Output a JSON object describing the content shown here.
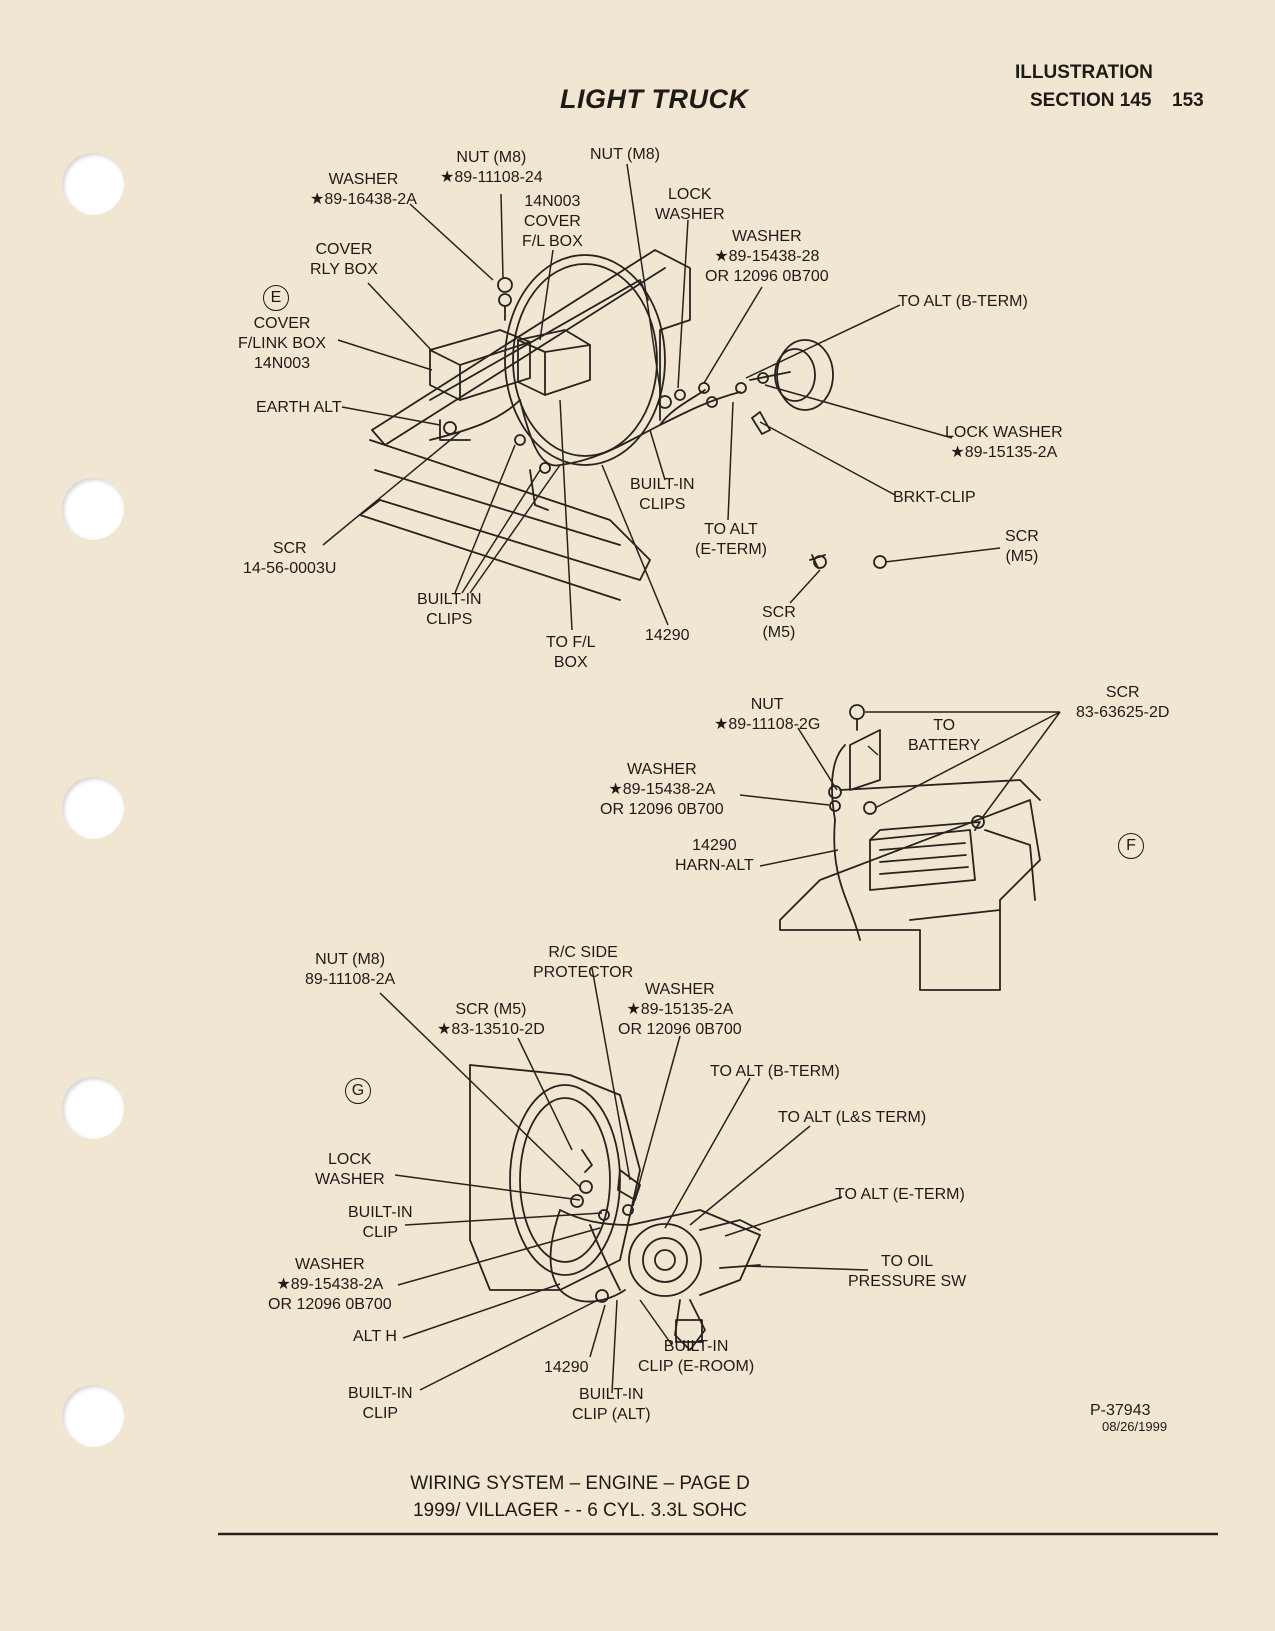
{
  "header": {
    "illustration": "ILLUSTRATION",
    "section": "SECTION 145",
    "page_number": "153",
    "title": "LIGHT TRUCK"
  },
  "views": {
    "e": {
      "marker": "E",
      "labels": {
        "washer": "WASHER\n★89-16438-2A",
        "nut_m8_1": "NUT (M8)\n★89-11108-24",
        "nut_m8_2": "NUT (M8)",
        "cover_fl_box": "14N003\nCOVER\nF/L BOX",
        "lock_washer_top": "LOCK\nWASHER",
        "washer_right": "WASHER\n★89-15438-28\nOR 12096 0B700",
        "cover_rly_box": "COVER\nRLY BOX",
        "to_alt_b_term": "TO ALT (B-TERM)",
        "cover_flink_box": "COVER\nF/LINK BOX\n14N003",
        "earth_alt": "EARTH ALT",
        "lock_washer_right": "LOCK WASHER\n★89-15135-2A",
        "built_in_clips_mid": "BUILT-IN\nCLIPS",
        "brkt_clip": "BRKT-CLIP",
        "to_alt_e_term": "TO ALT\n(E-TERM)",
        "scr_m5_right": "SCR\n(M5)",
        "scr_left": "SCR\n14-56-0003U",
        "built_in_clips_bottom": "BUILT-IN\nCLIPS",
        "scr_m5_bottom": "SCR\n(M5)",
        "harness": "14290",
        "to_fl_box": "TO F/L\nBOX"
      }
    },
    "f": {
      "marker": "F",
      "labels": {
        "nut": "NUT\n★89-11108-2G",
        "scr": "SCR\n83-63625-2D",
        "to_battery": "TO\nBATTERY",
        "washer": "WASHER\n★89-15438-2A\nOR 12096 0B700",
        "harn_alt": "14290\nHARN-ALT"
      }
    },
    "g": {
      "marker": "G",
      "labels": {
        "nut_m8": "NUT (M8)\n89-11108-2A",
        "rc_side_protector": "R/C SIDE\nPROTECTOR",
        "scr_m5": "SCR (M5)\n★83-13510-2D",
        "washer_top": "WASHER\n★89-15135-2A\nOR 12096 0B700",
        "to_alt_b_term": "TO ALT (B-TERM)",
        "to_alt_ls_term": "TO ALT (L&S TERM)",
        "lock_washer": "LOCK\nWASHER",
        "to_alt_e_term": "TO ALT (E-TERM)",
        "built_in_clip_1": "BUILT-IN\nCLIP",
        "washer_left": "WASHER\n★89-15438-2A\nOR 12096 0B700",
        "to_oil_pressure_sw": "TO OIL\nPRESSURE SW",
        "alt_h": "ALT H",
        "built_in_clip_e_room": "BUILT-IN\nCLIP (E-ROOM)",
        "harness": "14290",
        "built_in_clip_2": "BUILT-IN\nCLIP",
        "built_in_clip_alt": "BUILT-IN\nCLIP (ALT)"
      }
    }
  },
  "reference": {
    "code": "P-37943",
    "date": "08/26/1999"
  },
  "footer": {
    "line1": "WIRING SYSTEM – ENGINE – PAGE D",
    "line2": "1999/ VILLAGER - - 6 CYL. 3.3L SOHC"
  }
}
